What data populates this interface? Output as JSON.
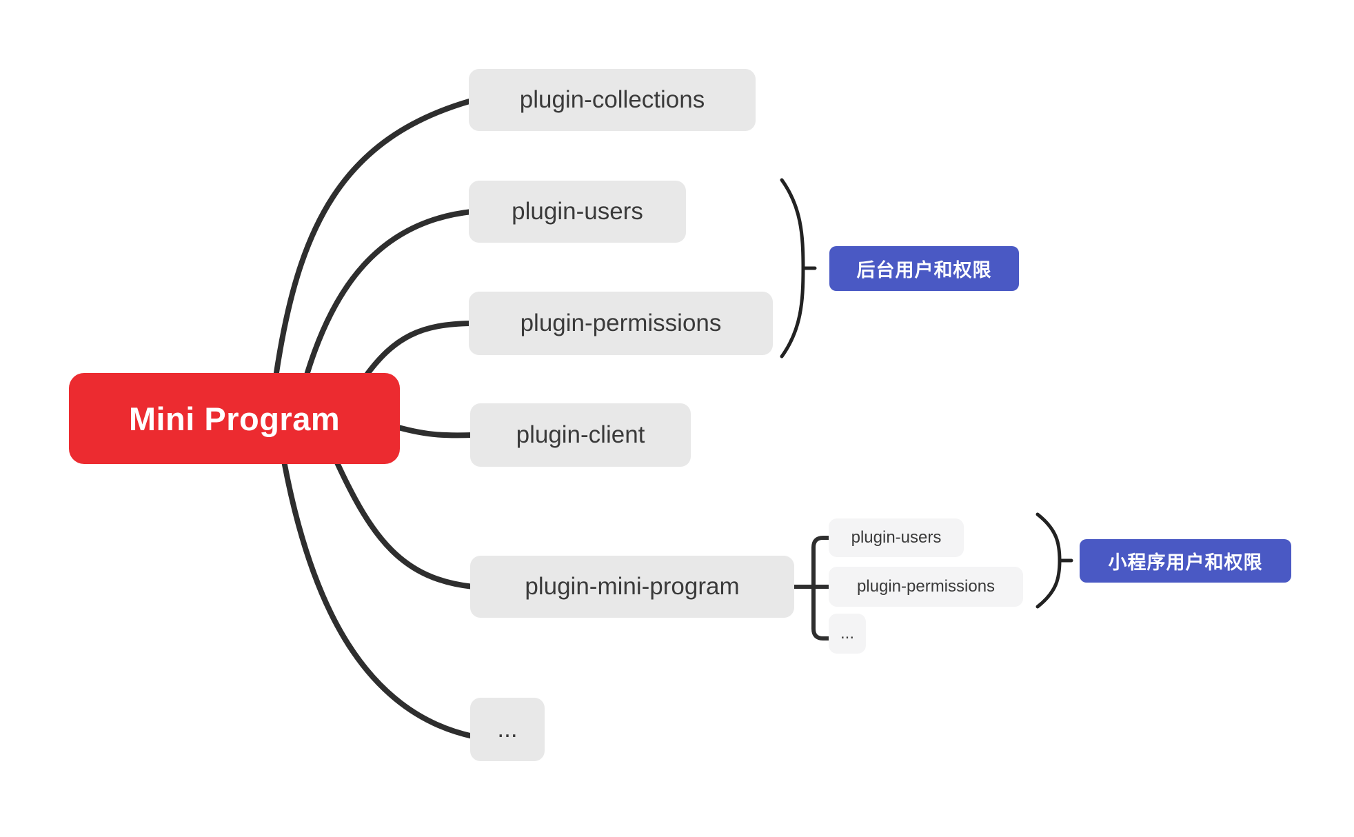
{
  "colors": {
    "root_bg": "#ec2b30",
    "root_text": "#ffffff",
    "topic_bg": "#e8e8e8",
    "subtopic_bg": "#f4f4f5",
    "topic_text": "#3a3a3a",
    "callout_bg": "#4a59c4",
    "callout_text": "#ffffff",
    "connector": "#2e2e2e"
  },
  "nodes": {
    "root": "Mini Program",
    "collections": "plugin-collections",
    "users": "plugin-users",
    "permissions": "plugin-permissions",
    "client": "plugin-client",
    "mini_program": "plugin-mini-program",
    "mp_users": "plugin-users",
    "mp_permissions": "plugin-permissions",
    "mp_more": "...",
    "more": "..."
  },
  "callouts": {
    "backend": "后台用户和权限",
    "miniapp": "小程序用户和权限"
  }
}
